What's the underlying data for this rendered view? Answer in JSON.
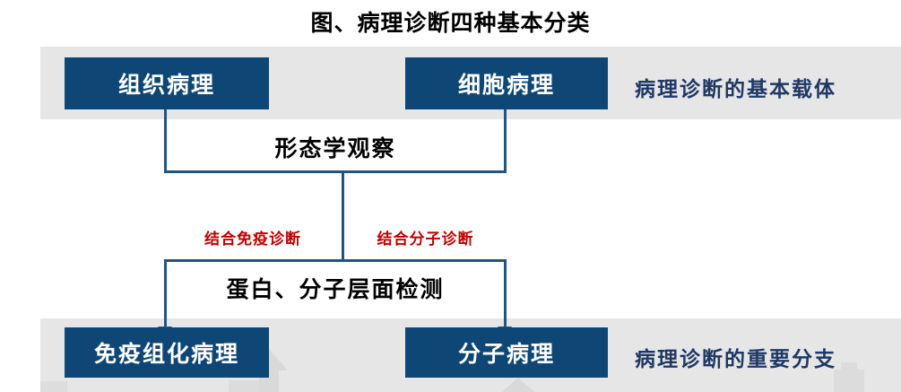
{
  "title": "图、病理诊断四种基本分类",
  "top_row": {
    "boxes": [
      {
        "label": "组织病理"
      },
      {
        "label": "细胞病理"
      }
    ],
    "caption": "病理诊断的基本载体"
  },
  "middle": {
    "morphology_label": "形态学观察",
    "protein_label": "蛋白、分子层面检测",
    "annotations": [
      {
        "label": "结合免疫诊断"
      },
      {
        "label": "结合分子诊断"
      }
    ]
  },
  "bottom_row": {
    "boxes": [
      {
        "label": "免疫组化病理"
      },
      {
        "label": "分子病理"
      }
    ],
    "caption": "病理诊断的重要分支"
  },
  "colors": {
    "box_fill": "#0E4775",
    "band_fill": "#E6E6E6",
    "connector": "#1F5582",
    "caption_text": "#1F3864",
    "annotation_text": "#C00000",
    "title_text": "#000000"
  }
}
